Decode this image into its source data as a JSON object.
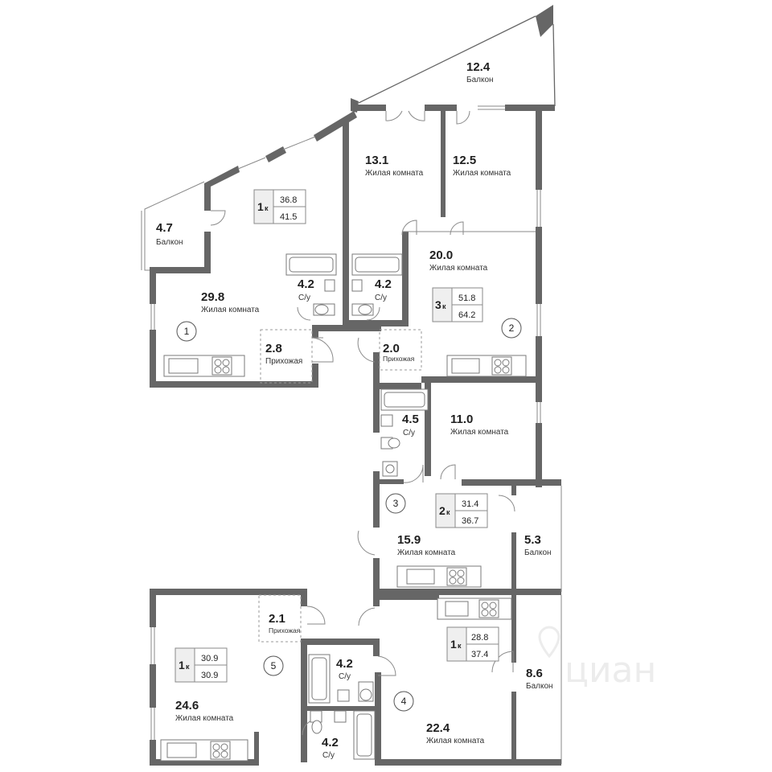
{
  "rooms": {
    "balcony_top": {
      "area": "12.4",
      "label": "Балкон"
    },
    "living_13_1": {
      "area": "13.1",
      "label": "Жилая комната"
    },
    "living_12_5": {
      "area": "12.5",
      "label": "Жилая комната"
    },
    "balcony_4_7": {
      "area": "4.7",
      "label": "Балкон"
    },
    "living_29_8": {
      "area": "29.8",
      "label": "Жилая комната"
    },
    "bath_4_2_a": {
      "area": "4.2",
      "label": "С/у"
    },
    "bath_4_2_b": {
      "area": "4.2",
      "label": "С/у"
    },
    "living_20_0": {
      "area": "20.0",
      "label": "Жилая комната"
    },
    "hall_2_8": {
      "area": "2.8",
      "label": "Прихожая"
    },
    "hall_2_0": {
      "area": "2.0",
      "label": "Прихожая"
    },
    "bath_4_5": {
      "area": "4.5",
      "label": "С/у"
    },
    "living_11_0": {
      "area": "11.0",
      "label": "Жилая комната"
    },
    "living_15_9": {
      "area": "15.9",
      "label": "Жилая комната"
    },
    "balcony_5_3": {
      "area": "5.3",
      "label": "Балкон"
    },
    "hall_2_1": {
      "area": "2.1",
      "label": "Прихожая"
    },
    "bath_4_2_c": {
      "area": "4.2",
      "label": "С/у"
    },
    "living_24_6": {
      "area": "24.6",
      "label": "Жилая комната"
    },
    "bath_4_2_d": {
      "area": "4.2",
      "label": "С/у"
    },
    "living_22_4": {
      "area": "22.4",
      "label": "Жилая комната"
    },
    "balcony_8_6": {
      "area": "8.6",
      "label": "Балкон"
    }
  },
  "apartments": [
    {
      "number": "1",
      "rooms": "1",
      "suffix": "к",
      "living_area": "36.8",
      "total_area": "41.5"
    },
    {
      "number": "2",
      "rooms": "3",
      "suffix": "к",
      "living_area": "51.8",
      "total_area": "64.2"
    },
    {
      "number": "3",
      "rooms": "2",
      "suffix": "к",
      "living_area": "31.4",
      "total_area": "36.7"
    },
    {
      "number": "4",
      "rooms": "1",
      "suffix": "к",
      "living_area": "28.8",
      "total_area": "37.4"
    },
    {
      "number": "5",
      "rooms": "1",
      "suffix": "к",
      "living_area": "30.9",
      "total_area": "30.9"
    }
  ],
  "watermark": "циан",
  "colors": {
    "walls": "#666666",
    "text": "#1f1f1f",
    "badge_fill": "#efefef"
  }
}
